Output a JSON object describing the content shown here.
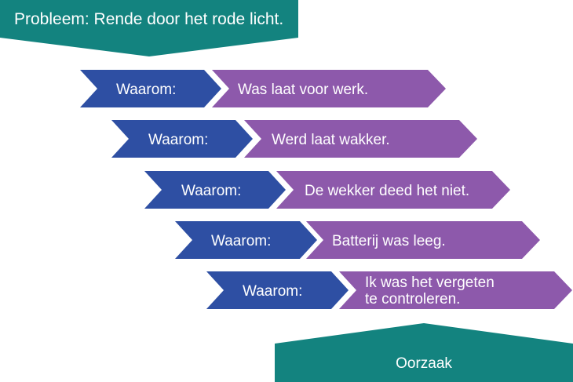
{
  "problem": {
    "label": "Probleem: Rende door het rode licht."
  },
  "cause": {
    "label": "Oorzaak"
  },
  "why_label": "Waarom:",
  "steps": [
    {
      "why": "Waarom:",
      "answer_lines": [
        "Was laat voor werk."
      ]
    },
    {
      "why": "Waarom:",
      "answer_lines": [
        "Werd laat wakker."
      ]
    },
    {
      "why": "Waarom:",
      "answer_lines": [
        "De wekker deed het niet."
      ]
    },
    {
      "why": "Waarom:",
      "answer_lines": [
        "Batterij was leeg."
      ]
    },
    {
      "why": "Waarom:",
      "answer_lines": [
        "Ik was het vergeten",
        "te controleren."
      ]
    }
  ],
  "colors": {
    "teal": "#13837f",
    "blue": "#2e4fa3",
    "purple": "#8d59ab",
    "background": "#ffffff"
  }
}
